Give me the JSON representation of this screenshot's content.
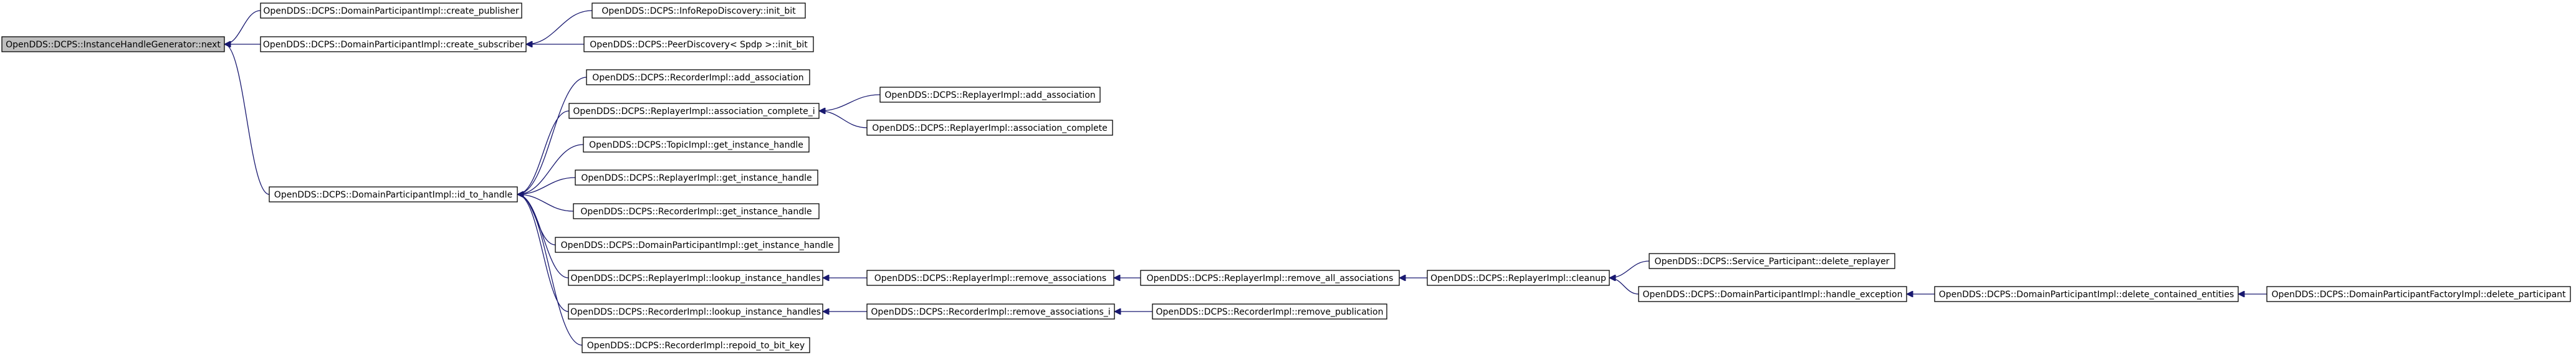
{
  "nodes": [
    {
      "id": "n0",
      "label": "OpenDDS::DCPS::InstanceHandleGenerator::next",
      "root": true
    },
    {
      "id": "n1",
      "label": "OpenDDS::DCPS::DomainParticipantImpl::create_publisher"
    },
    {
      "id": "n2",
      "label": "OpenDDS::DCPS::DomainParticipantImpl::create_subscriber"
    },
    {
      "id": "n3",
      "label": "OpenDDS::DCPS::InfoRepoDiscovery::init_bit"
    },
    {
      "id": "n4",
      "label": "OpenDDS::DCPS::PeerDiscovery< Spdp >::init_bit"
    },
    {
      "id": "n5",
      "label": "OpenDDS::DCPS::DomainParticipantImpl::id_to_handle"
    },
    {
      "id": "n6",
      "label": "OpenDDS::DCPS::RecorderImpl::add_association"
    },
    {
      "id": "n7",
      "label": "OpenDDS::DCPS::ReplayerImpl::association_complete_i"
    },
    {
      "id": "n8",
      "label": "OpenDDS::DCPS::ReplayerImpl::add_association"
    },
    {
      "id": "n9",
      "label": "OpenDDS::DCPS::ReplayerImpl::association_complete"
    },
    {
      "id": "n10",
      "label": "OpenDDS::DCPS::TopicImpl::get_instance_handle"
    },
    {
      "id": "n11",
      "label": "OpenDDS::DCPS::ReplayerImpl::get_instance_handle"
    },
    {
      "id": "n12",
      "label": "OpenDDS::DCPS::RecorderImpl::get_instance_handle"
    },
    {
      "id": "n13",
      "label": "OpenDDS::DCPS::DomainParticipantImpl::get_instance_handle"
    },
    {
      "id": "n14",
      "label": "OpenDDS::DCPS::ReplayerImpl::lookup_instance_handles"
    },
    {
      "id": "n15",
      "label": "OpenDDS::DCPS::ReplayerImpl::remove_associations"
    },
    {
      "id": "n16",
      "label": "OpenDDS::DCPS::ReplayerImpl::remove_all_associations"
    },
    {
      "id": "n17",
      "label": "OpenDDS::DCPS::ReplayerImpl::cleanup"
    },
    {
      "id": "n18",
      "label": "OpenDDS::DCPS::Service_Participant::delete_replayer"
    },
    {
      "id": "n19",
      "label": "OpenDDS::DCPS::DomainParticipantImpl::handle_exception"
    },
    {
      "id": "n20",
      "label": "OpenDDS::DCPS::DomainParticipantImpl::delete_contained_entities"
    },
    {
      "id": "n21",
      "label": "OpenDDS::DCPS::DomainParticipantFactoryImpl::delete_participant"
    },
    {
      "id": "n22",
      "label": "OpenDDS::DCPS::RecorderImpl::lookup_instance_handles"
    },
    {
      "id": "n23",
      "label": "OpenDDS::DCPS::RecorderImpl::remove_associations_i"
    },
    {
      "id": "n24",
      "label": "OpenDDS::DCPS::RecorderImpl::remove_publication"
    },
    {
      "id": "n25",
      "label": "OpenDDS::DCPS::RecorderImpl::repoid_to_bit_key"
    }
  ],
  "edges": [
    {
      "from": "n1",
      "to": "n0"
    },
    {
      "from": "n2",
      "to": "n0"
    },
    {
      "from": "n5",
      "to": "n0"
    },
    {
      "from": "n3",
      "to": "n2"
    },
    {
      "from": "n4",
      "to": "n2"
    },
    {
      "from": "n6",
      "to": "n5"
    },
    {
      "from": "n7",
      "to": "n5"
    },
    {
      "from": "n10",
      "to": "n5"
    },
    {
      "from": "n11",
      "to": "n5"
    },
    {
      "from": "n12",
      "to": "n5"
    },
    {
      "from": "n13",
      "to": "n5"
    },
    {
      "from": "n14",
      "to": "n5"
    },
    {
      "from": "n22",
      "to": "n5"
    },
    {
      "from": "n25",
      "to": "n5"
    },
    {
      "from": "n8",
      "to": "n7"
    },
    {
      "from": "n9",
      "to": "n7"
    },
    {
      "from": "n15",
      "to": "n14"
    },
    {
      "from": "n16",
      "to": "n15"
    },
    {
      "from": "n17",
      "to": "n16"
    },
    {
      "from": "n18",
      "to": "n17"
    },
    {
      "from": "n19",
      "to": "n17"
    },
    {
      "from": "n20",
      "to": "n19"
    },
    {
      "from": "n21",
      "to": "n20"
    },
    {
      "from": "n23",
      "to": "n22"
    },
    {
      "from": "n24",
      "to": "n23"
    }
  ]
}
